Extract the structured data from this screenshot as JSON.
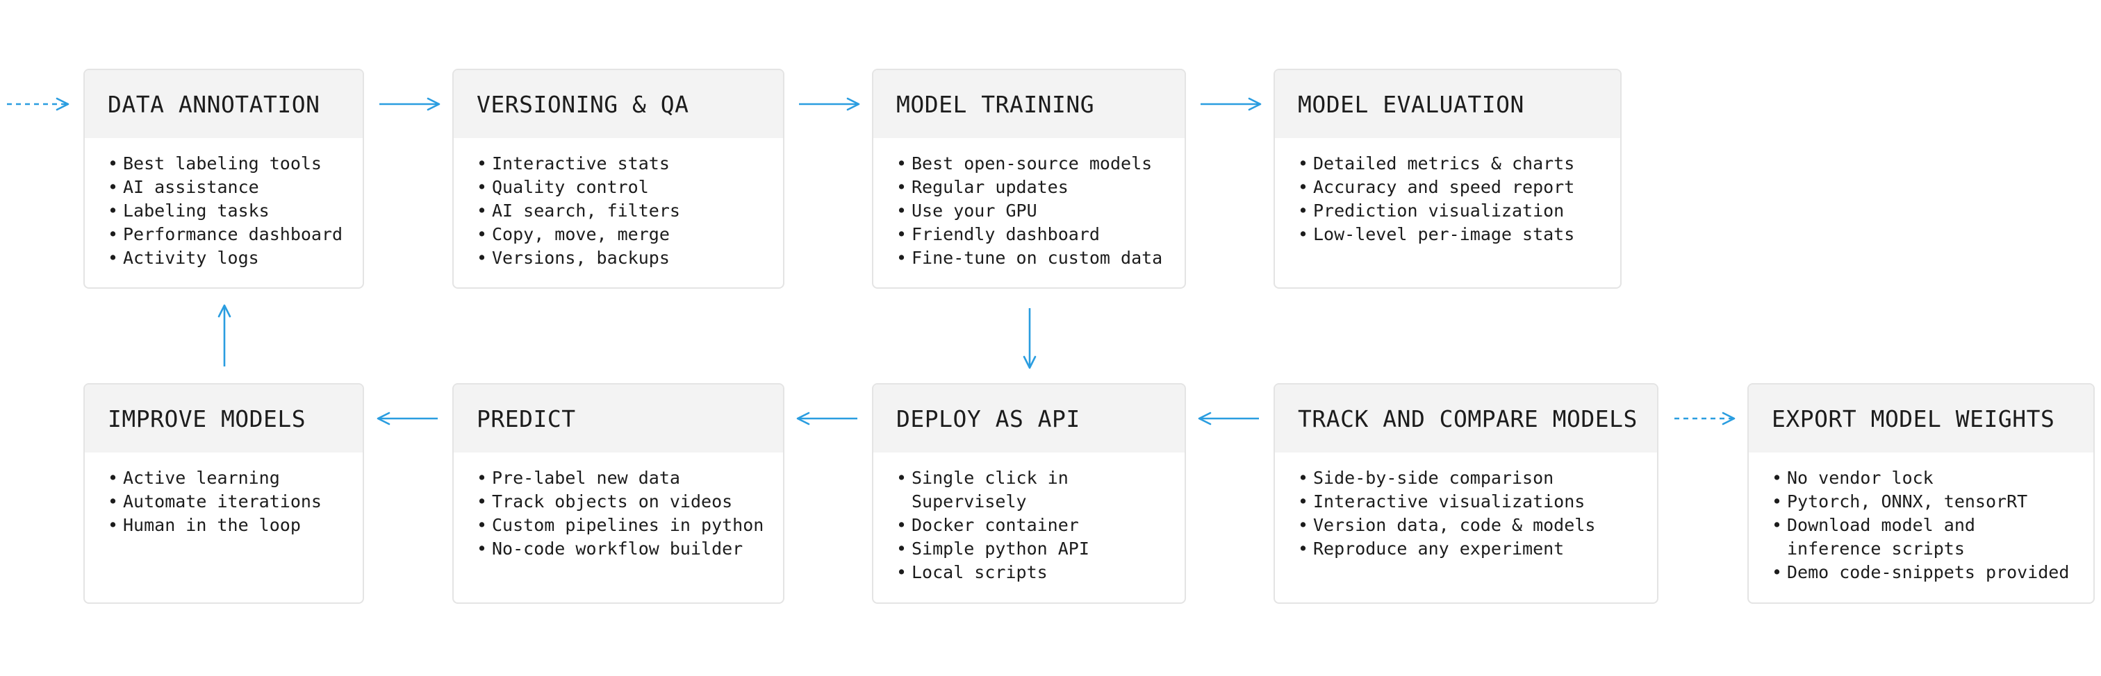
{
  "accent_color": "#2a9de0",
  "cards": {
    "data_annotation": {
      "title": "DATA ANNOTATION",
      "items": [
        "Best labeling tools",
        "AI assistance",
        "Labeling tasks",
        "Performance dashboard",
        "Activity logs"
      ]
    },
    "versioning_qa": {
      "title": "VERSIONING & QA",
      "items": [
        "Interactive stats",
        "Quality control",
        "AI search, filters",
        "Copy, move, merge",
        "Versions, backups"
      ]
    },
    "model_training": {
      "title": "MODEL TRAINING",
      "items": [
        "Best open-source models",
        "Regular updates",
        "Use your GPU",
        "Friendly dashboard",
        "Fine-tune on custom data"
      ]
    },
    "model_evaluation": {
      "title": "MODEL EVALUATION",
      "items": [
        "Detailed metrics & charts",
        "Accuracy and speed report",
        "Prediction visualization",
        "Low-level per-image stats"
      ]
    },
    "improve_models": {
      "title": "IMPROVE MODELS",
      "items": [
        "Active learning",
        "Automate iterations",
        "Human in the loop"
      ]
    },
    "predict": {
      "title": "PREDICT",
      "items": [
        "Pre-label new data",
        "Track objects on videos",
        "Custom pipelines in python",
        "No-code workflow builder"
      ]
    },
    "deploy_api": {
      "title": "DEPLOY AS API",
      "items": [
        "Single click in",
        "Supervisely",
        "Docker container",
        "Simple python API",
        "Local scripts"
      ]
    },
    "track_compare": {
      "title": "TRACK AND COMPARE MODELS",
      "items": [
        "Side-by-side comparison",
        "Interactive visualizations",
        "Version data, code & models",
        "Reproduce any experiment"
      ]
    },
    "export_weights": {
      "title": "EXPORT MODEL WEIGHTS",
      "items": [
        "No vendor lock",
        "Pytorch, ONNX, tensorRT",
        "Download model and",
        "inference scripts",
        "Demo code-snippets provided"
      ]
    }
  }
}
